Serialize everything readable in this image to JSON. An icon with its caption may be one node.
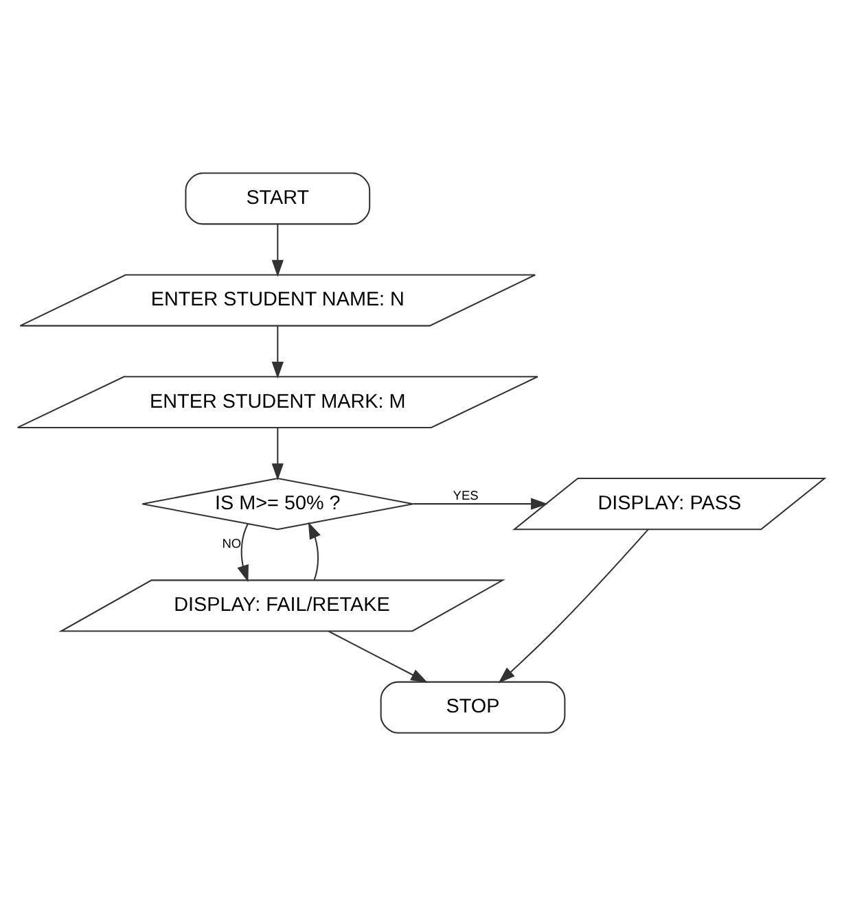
{
  "diagram": {
    "nodes": [
      {
        "text": [
          "START"
        ]
      },
      {
        "text": [
          "ENTER STUDENT NAME: N"
        ]
      },
      {
        "text": [
          "ENTER STUDENT MARK: M"
        ]
      },
      {
        "text": [
          "IS M>= 50% ?"
        ]
      },
      {
        "text": [
          "DISPLAY: PASS"
        ]
      },
      {
        "text": [
          "DISPLAY: FAIL/RETAKE"
        ]
      },
      {
        "text": [
          "STOP"
        ]
      }
    ],
    "edges": [
      {
        "from": 0,
        "to": 1,
        "arrow": "to"
      },
      {
        "from": 1,
        "to": 2,
        "arrow": "to"
      },
      {
        "from": 2,
        "to": 3,
        "arrow": "to"
      },
      {
        "from": 3,
        "to": 4,
        "label": "YES",
        "arrow": "to"
      },
      {
        "from": 3,
        "to": 5,
        "label": "NO",
        "arrow": "to"
      },
      {
        "from": 5,
        "to": 3,
        "arrow": "to"
      },
      {
        "from": 5,
        "to": 6,
        "arrow": "to"
      },
      {
        "from": 4,
        "to": 6,
        "arrow": "to"
      }
    ]
  }
}
